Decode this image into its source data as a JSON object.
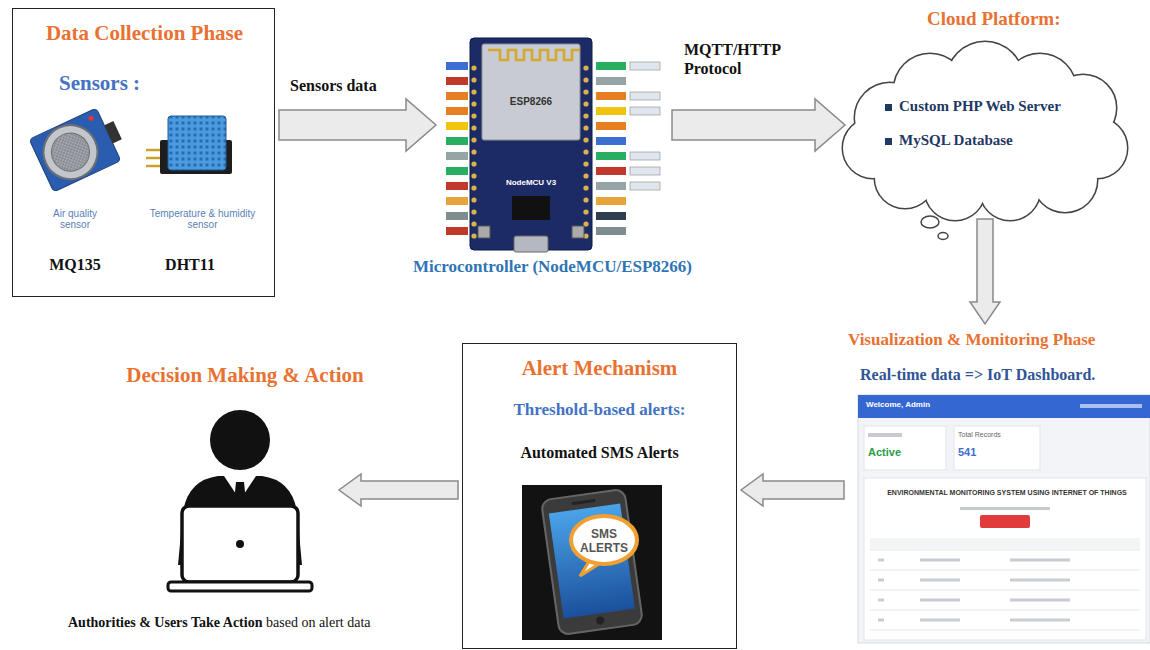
{
  "diagram": {
    "nodes": [
      {
        "text": [
          "Data Collection Phase",
          "Sensors :"
        ]
      },
      {
        "text": [
          "Microcontroller (NodeMCU/ESP8266)"
        ]
      },
      {
        "text": [
          "Cloud Platform:",
          "Custom PHP Web Server",
          "MySQL Database"
        ]
      },
      {
        "text": [
          "Visualization & Monitoring Phase",
          "Real-time data => IoT Dashboard."
        ]
      },
      {
        "text": [
          "Alert Mechanism",
          "Threshold-based alerts:",
          "Automated SMS Alerts"
        ]
      },
      {
        "text": [
          "Decision Making & Action",
          "Authorities & Users Take Action",
          "based on alert data"
        ]
      }
    ],
    "edges": [
      {
        "from": 0,
        "to": 1,
        "label": "Sensors data",
        "arrow": "to"
      },
      {
        "from": 1,
        "to": 2,
        "label": "MQTT/HTTP Protocol",
        "arrow": "to"
      },
      {
        "from": 2,
        "to": 3,
        "arrow": "to"
      },
      {
        "from": 3,
        "to": 4,
        "arrow": "to"
      },
      {
        "from": 4,
        "to": 5,
        "arrow": "to"
      }
    ],
    "labels": [
      "Air quality sensor",
      "Temperature & humidity sensor",
      "MQ135",
      "DHT11",
      "ESP8266",
      "NodeMCU V3",
      "Welcome, Admin",
      "Total Records",
      "Active",
      "541",
      "ENVIRONMENTAL MONITORING SYSTEM USING INTERNET OF THINGS",
      "SMS ALERTS"
    ]
  }
}
